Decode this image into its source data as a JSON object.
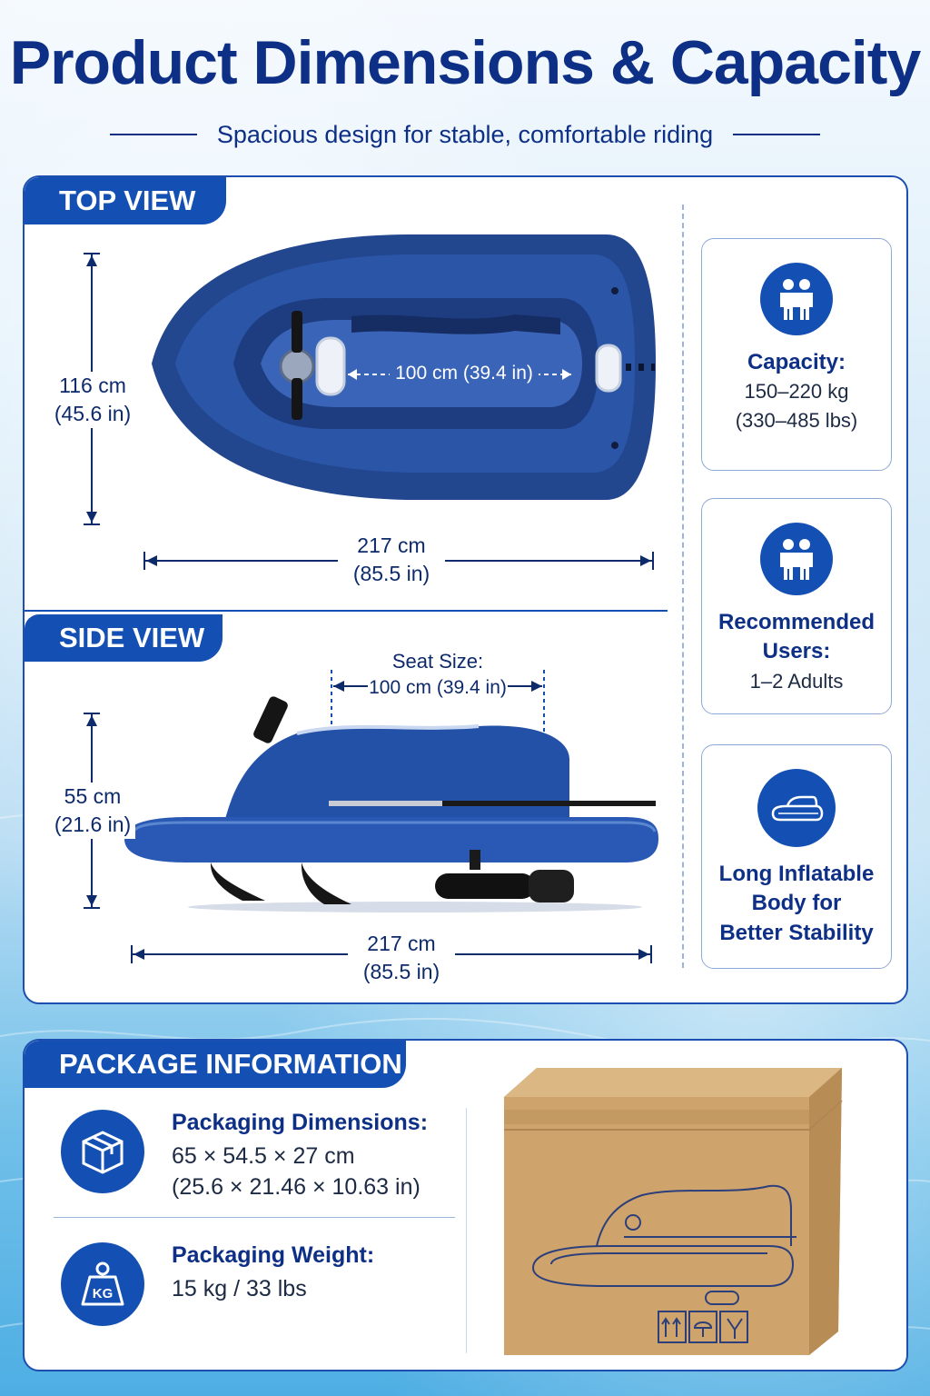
{
  "header": {
    "title": "Product Dimensions & Capacity",
    "subtitle": "Spacious design for stable, comfortable riding"
  },
  "top_view": {
    "label": "TOP VIEW",
    "width_cm": "116 cm",
    "width_in": "(45.6 in)",
    "seat_length": "100 cm (39.4 in)",
    "length_cm": "217 cm",
    "length_in": "(85.5 in)"
  },
  "side_view": {
    "label": "SIDE VIEW",
    "seat_label": "Seat Size:",
    "seat_value": "100 cm (39.4 in)",
    "height_cm": "55 cm",
    "height_in": "(21.6 in)",
    "length_cm": "217 cm",
    "length_in": "(85.5 in)"
  },
  "features": [
    {
      "icon": "two-people-icon",
      "title": "Capacity:",
      "lines": [
        "150–220 kg",
        "(330–485 lbs)"
      ]
    },
    {
      "icon": "two-people-icon",
      "title_lines": [
        "Recommended",
        "Users:"
      ],
      "text": "1–2 Adults"
    },
    {
      "icon": "inflatable-boat-icon",
      "title_lines": [
        "Long Inflatable",
        "Body for",
        "Better Stability"
      ]
    }
  ],
  "package": {
    "label": "PACKAGE INFORMATION",
    "dimensions_title": "Packaging Dimensions:",
    "dimensions_cm": "65 × 54.5 × 27 cm",
    "dimensions_in": "(25.6 × 21.46 × 10.63 in)",
    "weight_title": "Packaging Weight:",
    "weight_value": "15 kg / 33 lbs",
    "weight_icon_text": "KG"
  },
  "colors": {
    "brand_blue": "#1450b4",
    "title_navy": "#0d2f86",
    "boat_blue": "#2a4f9e",
    "box_kraft": "#c9a06a"
  }
}
